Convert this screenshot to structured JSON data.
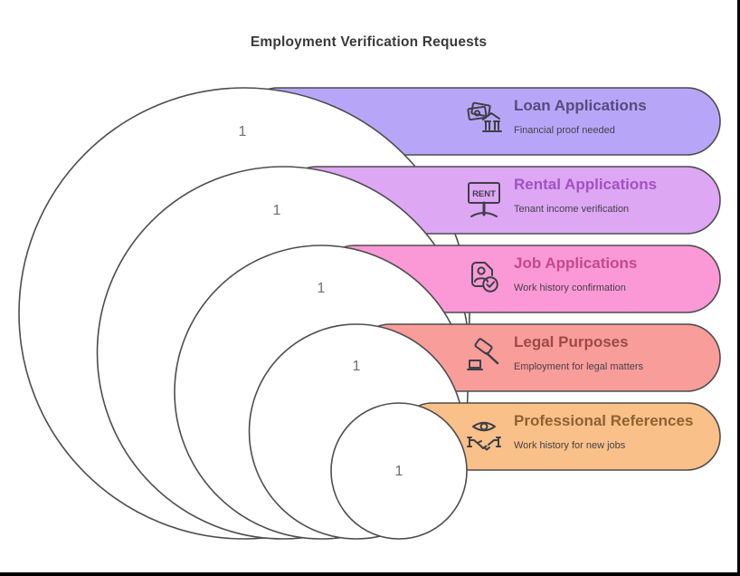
{
  "title": "Employment Verification Requests",
  "diagram": {
    "stroke_color": "#4d4d4d",
    "number_color": "#6e6e6e",
    "rows": [
      {
        "label": "Loan Applications",
        "description": "Financial proof needed",
        "value": "1",
        "fill": "#b7a6f8",
        "title_color": "#564b7d",
        "icon": "bank-money-icon"
      },
      {
        "label": "Rental Applications",
        "description": "Tenant income verification",
        "value": "1",
        "fill": "#dda7f3",
        "title_color": "#a151c4",
        "icon": "rent-sign-icon",
        "icon_text": "RENT"
      },
      {
        "label": "Job Applications",
        "description": "Work history confirmation",
        "value": "1",
        "fill": "#fb99d6",
        "title_color": "#c2498f",
        "icon": "applicant-check-icon"
      },
      {
        "label": "Legal Purposes",
        "description": "Employment for legal matters",
        "value": "1",
        "fill": "#f89d9a",
        "title_color": "#9e4a42",
        "icon": "gavel-icon"
      },
      {
        "label": "Professional References",
        "description": "Work history for new jobs",
        "value": "1",
        "fill": "#f9c089",
        "title_color": "#8f6130",
        "icon": "eye-handshake-icon"
      }
    ]
  }
}
